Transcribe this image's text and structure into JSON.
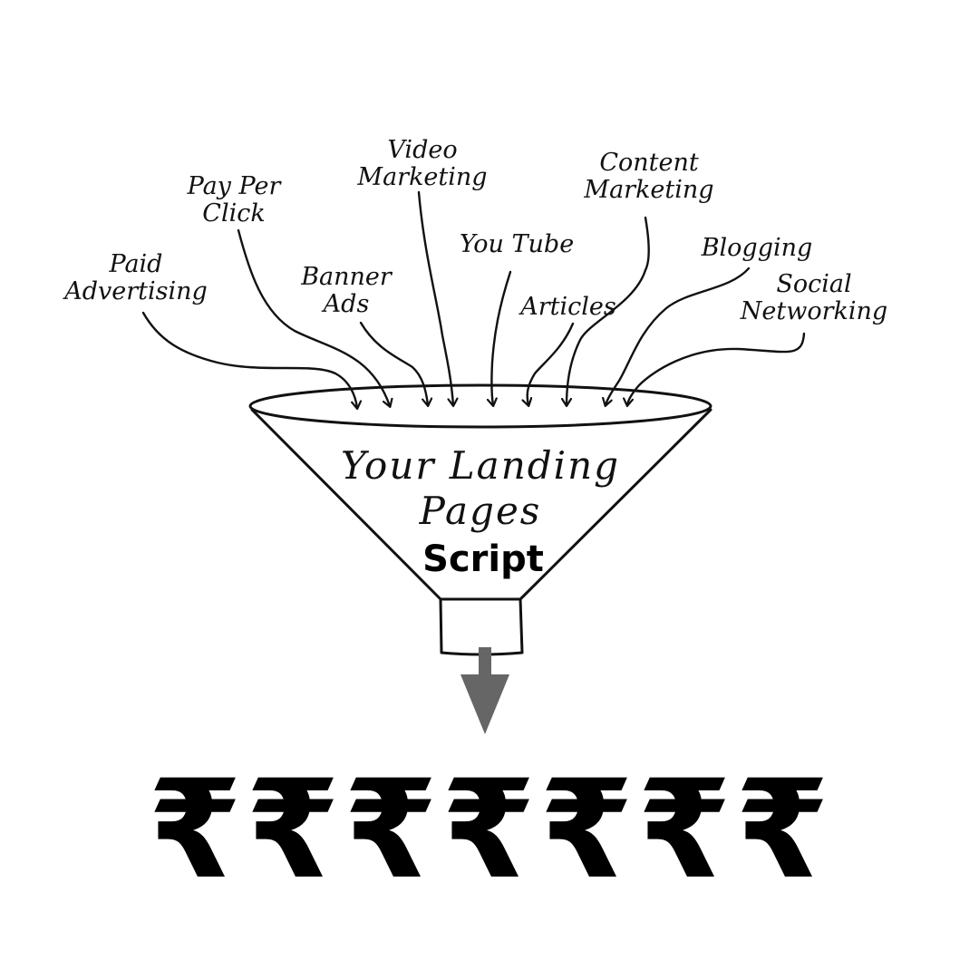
{
  "diagram": {
    "sources": [
      {
        "id": "paid-advertising",
        "lines": [
          "Paid",
          "Advertising"
        ]
      },
      {
        "id": "pay-per-click",
        "lines": [
          "Pay Per",
          "Click"
        ]
      },
      {
        "id": "banner-ads",
        "lines": [
          "Banner",
          "Ads"
        ]
      },
      {
        "id": "video-marketing",
        "lines": [
          "Video",
          "Marketing"
        ]
      },
      {
        "id": "youtube",
        "lines": [
          "You Tube"
        ]
      },
      {
        "id": "articles",
        "lines": [
          "Articles"
        ]
      },
      {
        "id": "content-marketing",
        "lines": [
          "Content",
          "Marketing"
        ]
      },
      {
        "id": "blogging",
        "lines": [
          "Blogging"
        ]
      },
      {
        "id": "social-networking",
        "lines": [
          "Social",
          "Networking"
        ]
      }
    ],
    "funnel": {
      "line1": "Your Landing",
      "line2": "Pages",
      "line3": "Script"
    },
    "output_symbols": [
      "₹",
      "₹",
      "₹",
      "₹",
      "₹",
      "₹",
      "₹"
    ],
    "colors": {
      "ink": "#111111",
      "arrow": "#666666",
      "background": "#ffffff"
    }
  }
}
